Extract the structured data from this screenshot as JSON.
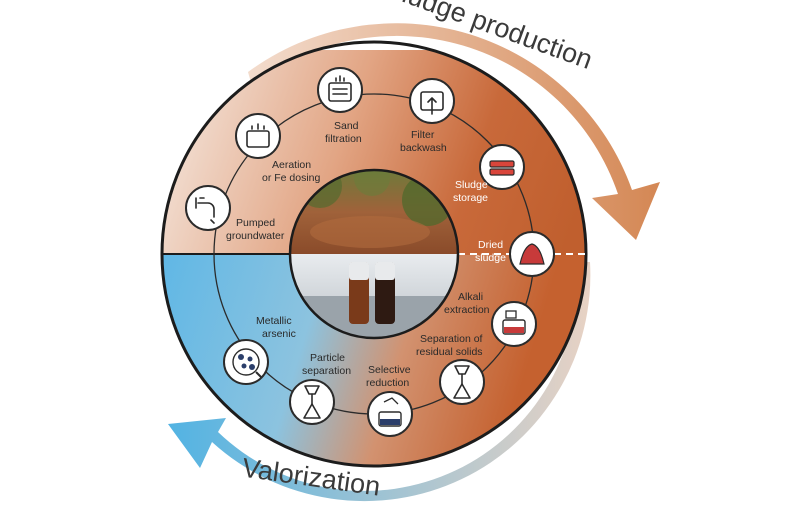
{
  "cycle": {
    "top_arrow_label": "Sludge production",
    "bottom_arrow_label": "Valorization",
    "top_arrow_color": "#d9936a",
    "bottom_arrow_color": "#5bb6e3",
    "upper_half_color": "#c8693a",
    "lower_half_color": "#55b4e6"
  },
  "steps": [
    {
      "name": "pumped-groundwater",
      "label_lines": [
        "Pumped",
        "groundwater"
      ],
      "icon": "faucet-icon"
    },
    {
      "name": "aeration-fe-dosing",
      "label_lines": [
        "Aeration",
        "or Fe dosing"
      ],
      "icon": "aeration-tank-icon"
    },
    {
      "name": "sand-filtration",
      "label_lines": [
        "Sand",
        "filtration"
      ],
      "icon": "sand-filter-icon"
    },
    {
      "name": "filter-backwash",
      "label_lines": [
        "Filter",
        "backwash"
      ],
      "icon": "backwash-icon"
    },
    {
      "name": "sludge-storage",
      "label_lines": [
        "Sludge",
        "storage"
      ],
      "icon": "storage-tray-icon"
    },
    {
      "name": "dried-sludge",
      "label_lines": [
        "Dried",
        "sludge"
      ],
      "icon": "sludge-pile-icon"
    },
    {
      "name": "alkali-extraction",
      "label_lines": [
        "Alkali",
        "extraction"
      ],
      "icon": "extraction-beaker-icon"
    },
    {
      "name": "separation-residual-solids",
      "label_lines": [
        "Separation of",
        "residual solids"
      ],
      "icon": "filter-funnel-icon"
    },
    {
      "name": "selective-reduction",
      "label_lines": [
        "Selective",
        "reduction"
      ],
      "icon": "reduction-vessel-icon"
    },
    {
      "name": "particle-separation",
      "label_lines": [
        "Particle",
        "separation"
      ],
      "icon": "separation-funnel-icon"
    },
    {
      "name": "metallic-arsenic",
      "label_lines": [
        "Metallic",
        "arsenic"
      ],
      "icon": "arsenic-particles-icon"
    }
  ]
}
